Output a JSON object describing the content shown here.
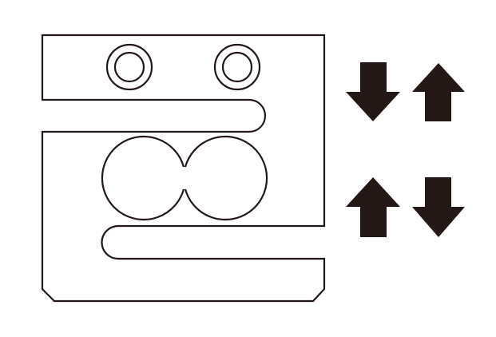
{
  "diagram": {
    "subject": "load-cell",
    "colors": {
      "line": "#231815",
      "arrow": "#231815",
      "background": "#ffffff"
    },
    "arrows": [
      {
        "direction": "down"
      },
      {
        "direction": "up"
      },
      {
        "direction": "up"
      },
      {
        "direction": "down"
      }
    ]
  }
}
